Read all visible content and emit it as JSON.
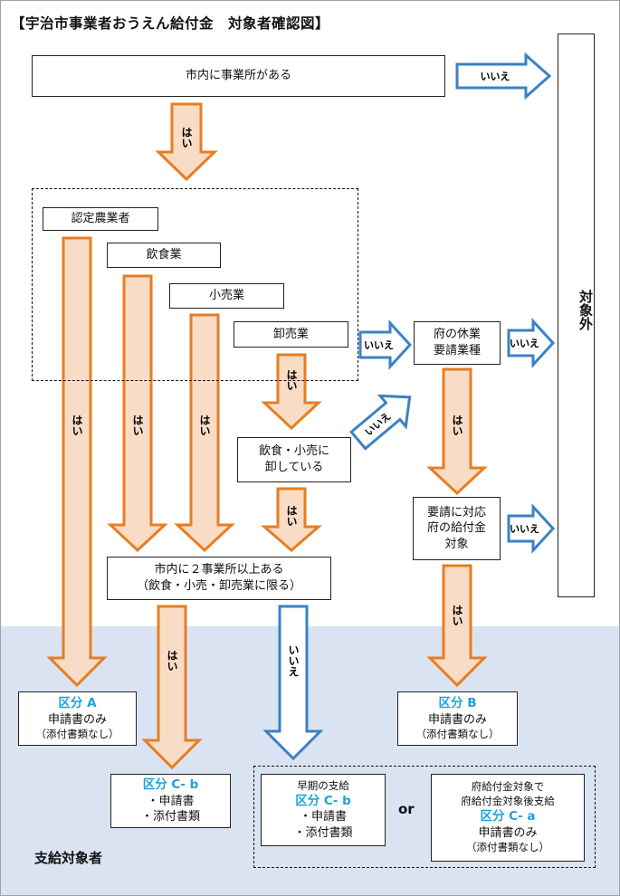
{
  "title": "【宇治市事業者おうえん給付金　対象者確認図】",
  "top_box": "市内に事業所がある",
  "yes": "はい",
  "no": "いいえ",
  "outside": "対象外",
  "industries": [
    "認定農業者",
    "飲食業",
    "小売業",
    "卸売業"
  ],
  "wholesale_check": [
    "飲食・小売に",
    "卸している"
  ],
  "prefecture_closure": [
    "府の休業",
    "要請業種"
  ],
  "prefecture_benefit": [
    "要請に対応",
    "府の給付金",
    "対象"
  ],
  "two_offices": [
    "市内に２事業所以上ある",
    "（飲食・小売・卸売業に限る）"
  ],
  "kubun_a": {
    "label": "区分 A",
    "line1": "申請書のみ",
    "line2": "（添付書類なし）"
  },
  "kubun_b": {
    "label": "区分 B",
    "line1": "申請書のみ",
    "line2": "（添付書類なし）"
  },
  "kubun_cb": {
    "label": "区分 C‐ b",
    "items": [
      "・申請書",
      "・添付書類"
    ]
  },
  "early": {
    "header": "早期の支給",
    "label": "区分 C‐ b",
    "items": [
      "・申請書",
      "・添付書類"
    ]
  },
  "pref_after": {
    "header1": "府給付金対象で",
    "header2": "府給付金対象後支給",
    "label": "区分 C‐ a",
    "line1": "申請書のみ",
    "line2": "（添付書類なし）"
  },
  "or": "or",
  "footer": "支給対象者",
  "colors": {
    "yes_fill": "#f9dcc5",
    "yes_stroke": "#e67e22",
    "no_stroke": "#3b82c4",
    "kubun_text": "#1aa3d6",
    "bottom_bg": "#d9e3f2"
  }
}
